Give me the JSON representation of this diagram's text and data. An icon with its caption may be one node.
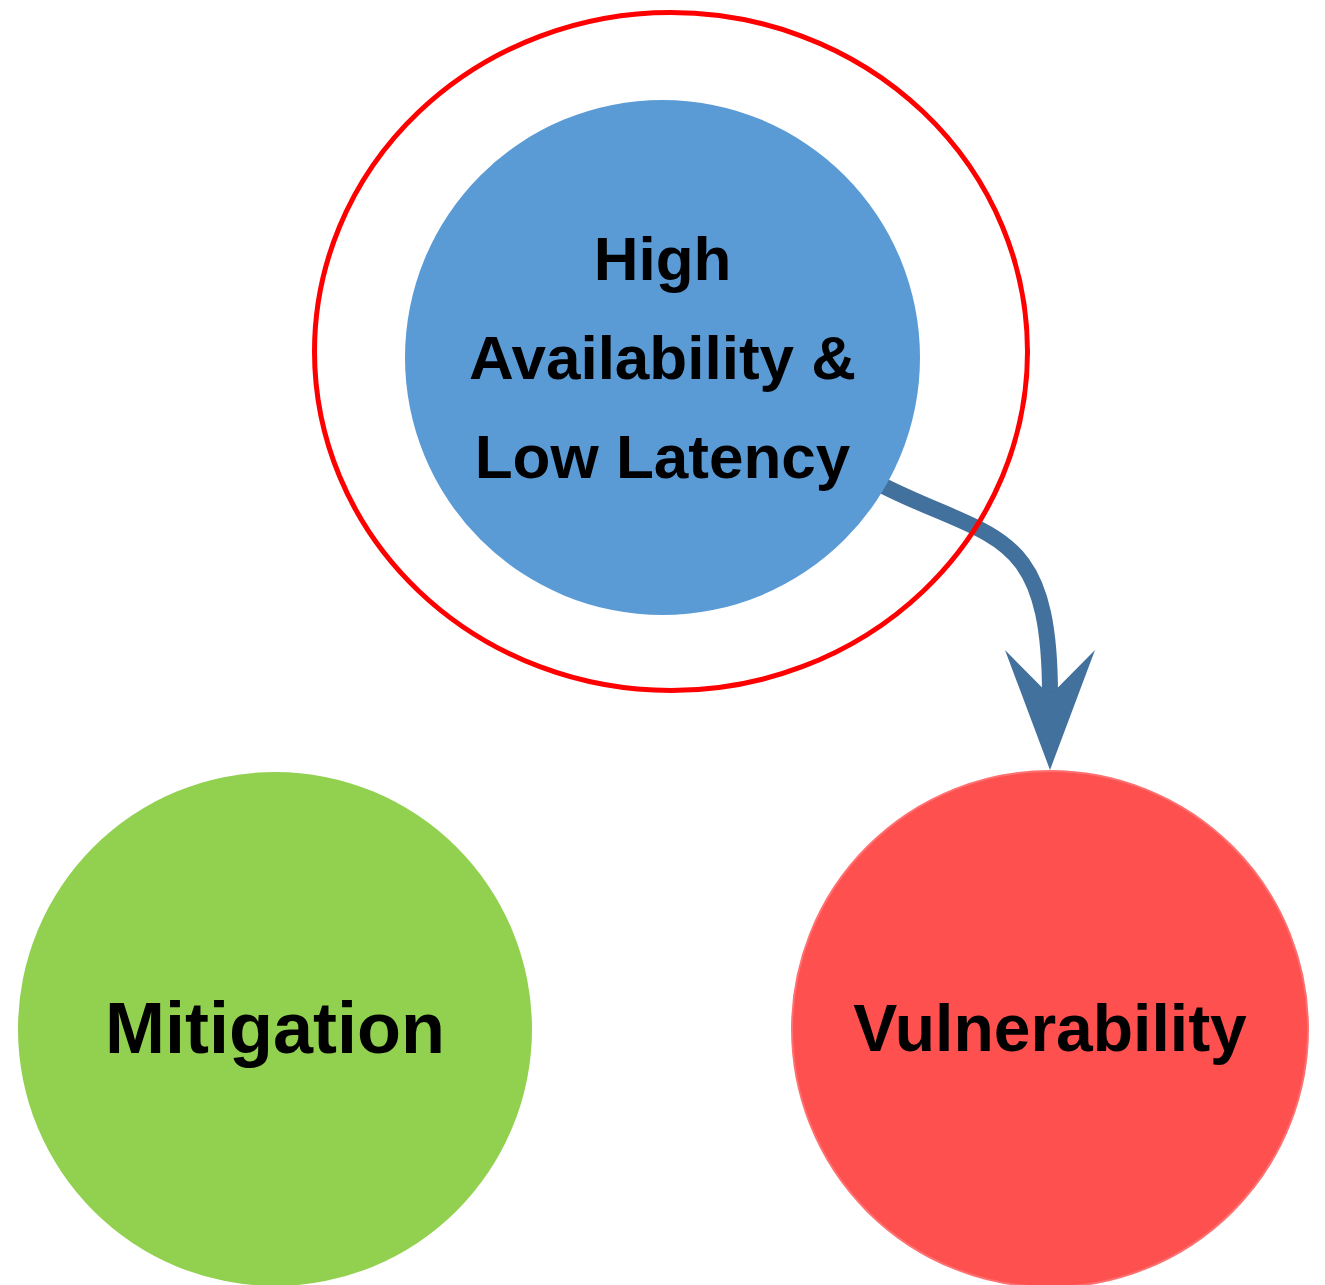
{
  "diagram": {
    "nodes": [
      {
        "text": [],
        "shape": "circle"
      },
      {
        "text": [
          "High Availability & Low Latency"
        ],
        "in": 0
      },
      {
        "text": [
          "Mitigation"
        ]
      },
      {
        "text": [
          "Vulnerability"
        ]
      }
    ],
    "edges": [
      {
        "from": 1,
        "to": 3,
        "arrow": "to",
        "color": "#41719c"
      }
    ]
  }
}
